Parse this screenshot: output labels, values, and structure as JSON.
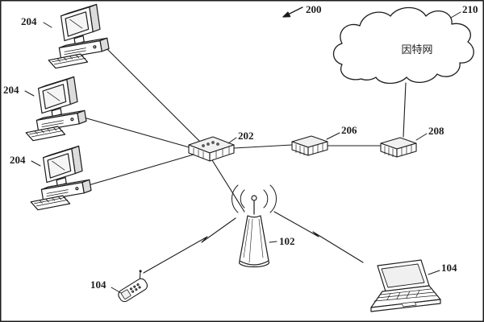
{
  "figure": {
    "labels": {
      "arrow_ref": "200",
      "switch_ref": "202",
      "pc_top_ref": "204",
      "pc_mid_ref": "204",
      "pc_bot_ref": "204",
      "router_ref": "206",
      "gateway_ref": "208",
      "cloud_ref": "210",
      "tower_ref": "102",
      "phone_ref": "104",
      "laptop_ref": "104"
    },
    "cloud_text": "因特网",
    "colors": {
      "line": "#1c1c1c",
      "background": "#ffffff",
      "shade_light": "#f0f0f0",
      "shade_dark": "#dcdcdc"
    }
  }
}
